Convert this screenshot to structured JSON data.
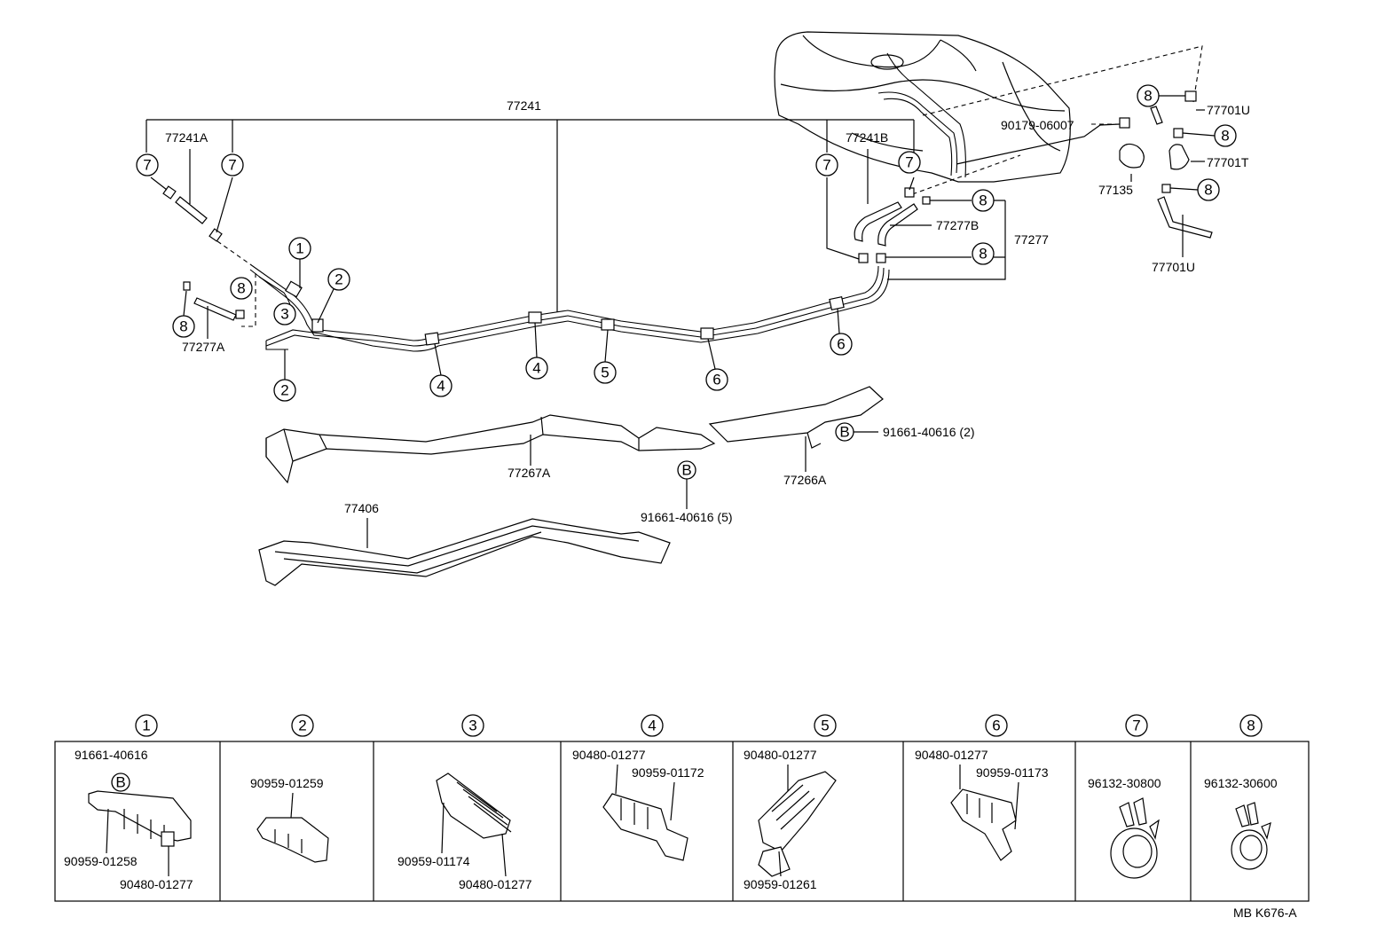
{
  "diagram": {
    "labels": {
      "p77241": "77241",
      "p77241A": "77241A",
      "p77241B": "77241B",
      "p77277A": "77277A",
      "p77277B": "77277B",
      "p77277": "77277",
      "p77701U_top": "77701U",
      "p77701T": "77701T",
      "p77701U_bottom": "77701U",
      "p90179": "90179-06007",
      "p77135": "77135",
      "p77267A": "77267A",
      "p77266A": "77266A",
      "p77406": "77406",
      "bolt_upper": "91661-40616 (2)",
      "bolt_lower": "91661-40616 (5)"
    },
    "callouts": {
      "c1": "1",
      "c2": "2",
      "c3": "3",
      "c4": "4",
      "c5": "5",
      "c6": "6",
      "c7": "7",
      "c8": "8",
      "cB": "B"
    },
    "reference": "MB K676-A"
  },
  "detail_panels": [
    {
      "number": "1",
      "parts": [
        "91661-40616",
        "B",
        "90959-01258",
        "90480-01277"
      ]
    },
    {
      "number": "2",
      "parts": [
        "90959-01259"
      ]
    },
    {
      "number": "3",
      "parts": [
        "90959-01174",
        "90480-01277"
      ]
    },
    {
      "number": "4",
      "parts": [
        "90480-01277",
        "90959-01172"
      ]
    },
    {
      "number": "5",
      "parts": [
        "90480-01277",
        "90959-01261"
      ]
    },
    {
      "number": "6",
      "parts": [
        "90480-01277",
        "90959-01173"
      ]
    },
    {
      "number": "7",
      "parts": [
        "96132-30800"
      ]
    },
    {
      "number": "8",
      "parts": [
        "96132-30600"
      ]
    }
  ]
}
